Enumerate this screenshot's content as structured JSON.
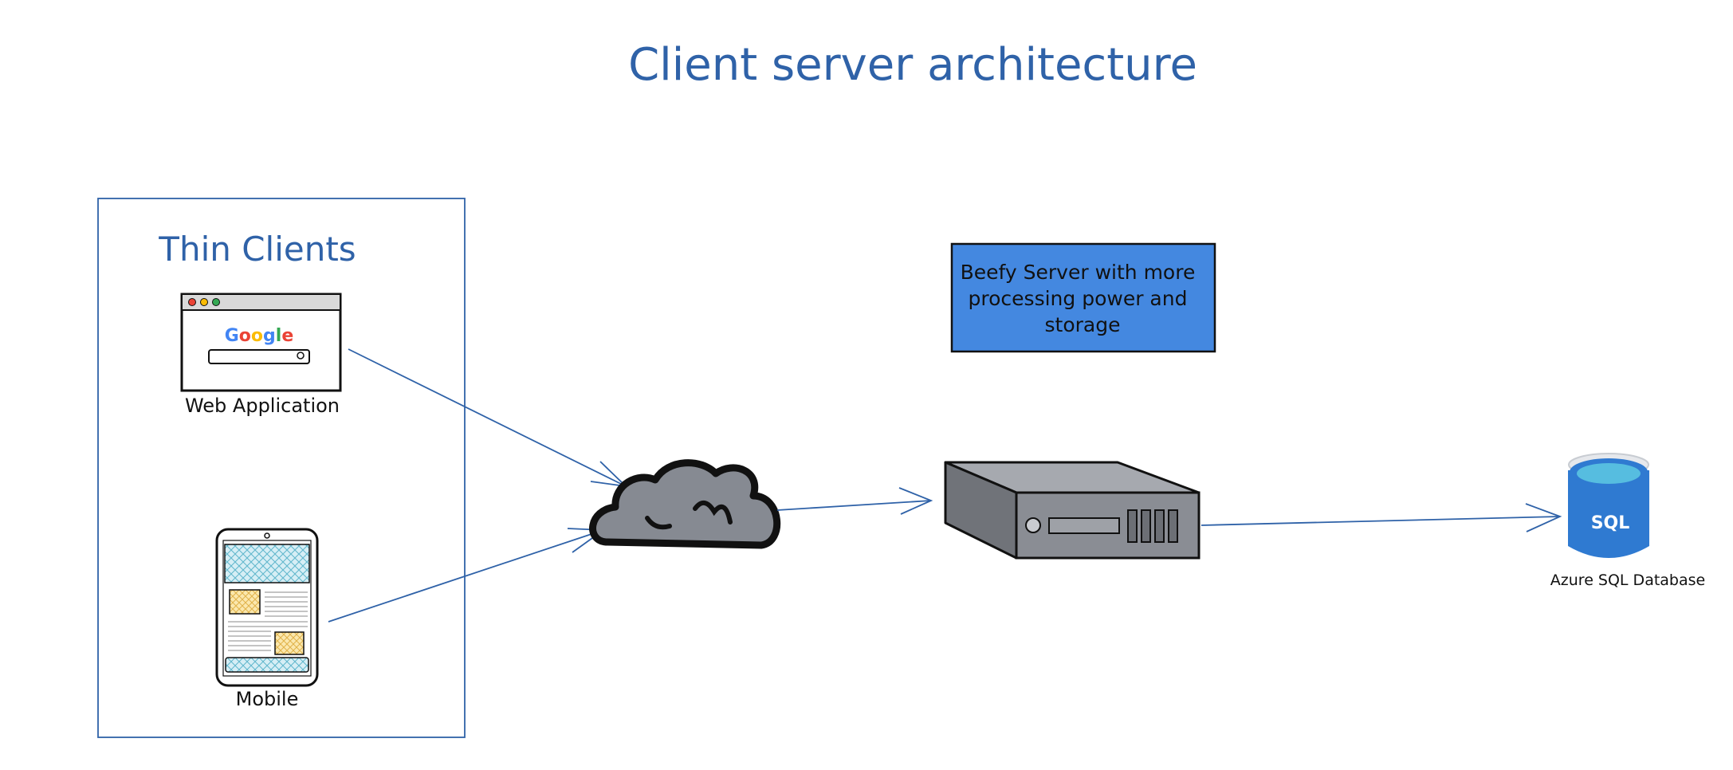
{
  "title": "Client server architecture",
  "thin_clients": {
    "heading": "Thin Clients",
    "web_app_label": "Web Application",
    "browser_brand": "Google",
    "mobile_label": "Mobile"
  },
  "server_note": {
    "lines": [
      "Beefy Server with more",
      "processing power and",
      "storage"
    ]
  },
  "database": {
    "icon_text": "SQL",
    "label": "Azure SQL Database"
  },
  "colors": {
    "accent": "#2f62a8",
    "note_fill": "#4488e0",
    "cloud_fill": "#868a92",
    "server_fill": "#8a8d94",
    "db_fill": "#2f7ad1",
    "db_top": "#56bde0",
    "google_blue": "#4285f4",
    "google_red": "#ea4335",
    "google_yellow": "#fbbc05",
    "google_green": "#34a853"
  },
  "icons": [
    "browser-window-icon",
    "mobile-phone-icon",
    "cloud-icon",
    "server-icon",
    "sql-database-icon"
  ]
}
